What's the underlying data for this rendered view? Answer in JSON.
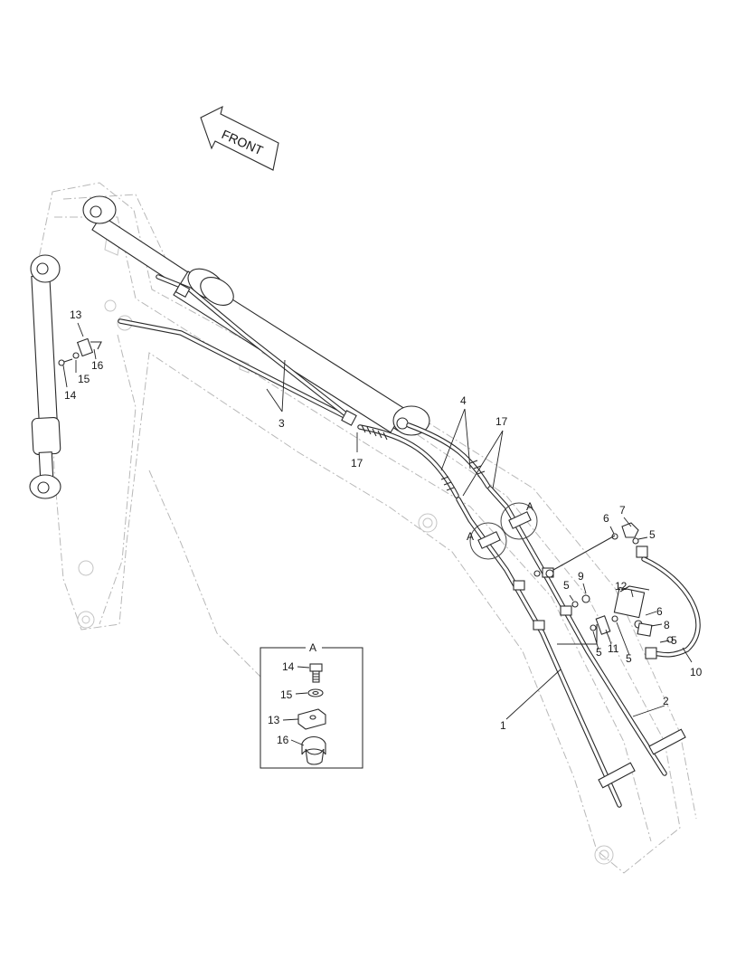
{
  "direction_label": "FRONT",
  "callouts": {
    "c1": "1",
    "c2": "2",
    "c3": "3",
    "c4": "4",
    "c5a": "5",
    "c5b": "5",
    "c5c": "5",
    "c5d": "5",
    "c5e": "5",
    "c6a": "6",
    "c6b": "6",
    "c7": "7",
    "c8": "8",
    "c9": "9",
    "c10": "10",
    "c11": "11",
    "c12": "12",
    "c13": "13",
    "c14": "14",
    "c15": "15",
    "c16": "16",
    "c17a": "17",
    "c17b": "17"
  },
  "view_refs": {
    "a1": "A",
    "a2": "A"
  },
  "detail_a": {
    "title": "A",
    "items": {
      "i14": "14",
      "i15": "15",
      "i13": "13",
      "i16": "16"
    }
  }
}
